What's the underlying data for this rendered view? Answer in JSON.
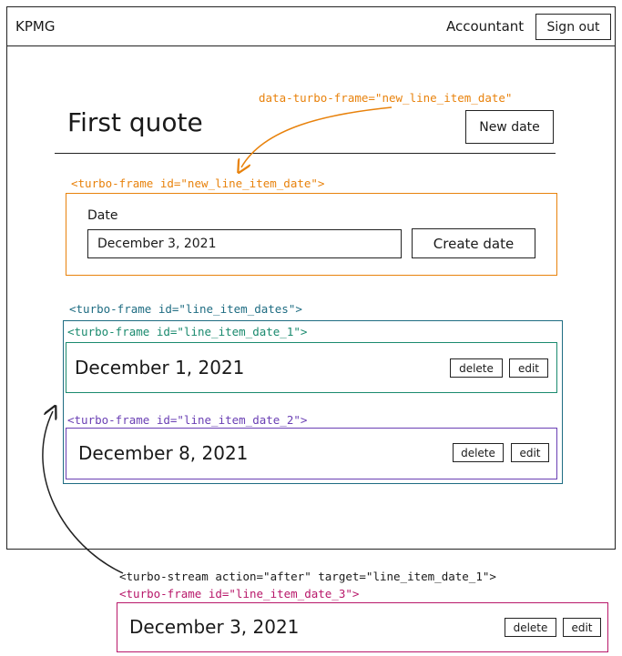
{
  "nav": {
    "brand": "KPMG",
    "role": "Accountant",
    "sign_out_label": "Sign out"
  },
  "page": {
    "title": "First quote",
    "new_date_label": "New date"
  },
  "annotations": {
    "data_turbo_frame": "data-turbo-frame=\"new_line_item_date\"",
    "frame_new_line_item_date": "<turbo-frame id=\"new_line_item_date\">",
    "frame_line_item_dates": "<turbo-frame id=\"line_item_dates\">",
    "frame_line_item_date_1": "<turbo-frame id=\"line_item_date_1\">",
    "frame_line_item_date_2": "<turbo-frame id=\"line_item_date_2\">",
    "turbo_stream": "<turbo-stream action=\"after\" target=\"line_item_date_1\">",
    "frame_line_item_date_3": "<turbo-frame id=\"line_item_date_3\">"
  },
  "form": {
    "date_label": "Date",
    "date_value": "December 3, 2021",
    "create_label": "Create date"
  },
  "items": [
    {
      "date": "December 1, 2021",
      "delete_label": "delete",
      "edit_label": "edit"
    },
    {
      "date": "December 8, 2021",
      "delete_label": "delete",
      "edit_label": "edit"
    },
    {
      "date": "December 3, 2021",
      "delete_label": "delete",
      "edit_label": "edit"
    }
  ],
  "colors": {
    "orange": "#e8820c",
    "teal": "#1e6c82",
    "green": "#1a8a6e",
    "purple": "#6a3fb4",
    "pink": "#b8186a"
  }
}
